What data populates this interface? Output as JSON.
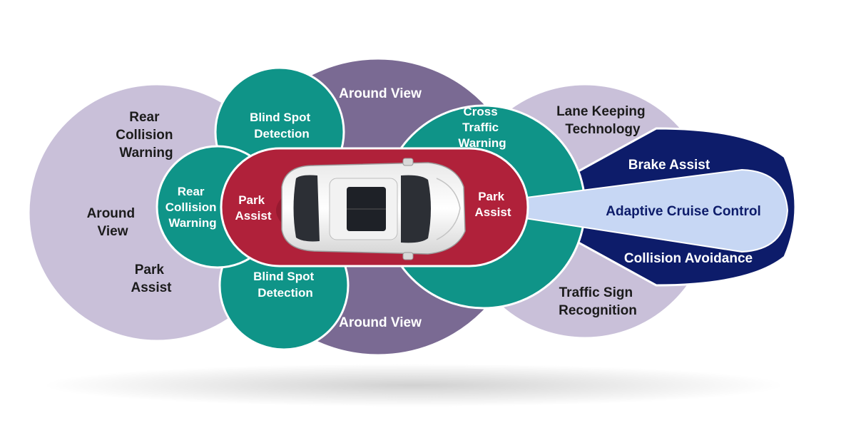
{
  "colors": {
    "outer_lavender": "#c9c0d9",
    "around_view_purple": "#7a6a93",
    "teal": "#0f9488",
    "park_red": "#b0213a",
    "brake_navy": "#0d1c6a",
    "acc_lightblue": "#c7d7f4",
    "text_dark": "#1b1b1b",
    "text_white": "#ffffff"
  },
  "left_zone": {
    "rear_collision": [
      "Rear",
      "Collision",
      "Warning"
    ],
    "around_view": [
      "Around",
      "View"
    ],
    "park_assist": [
      "Park",
      "Assist"
    ]
  },
  "top_zone": {
    "around_view": "Around View"
  },
  "bottom_zone": {
    "around_view": "Around View"
  },
  "right_zone": {
    "lane_keeping": [
      "Lane Keeping",
      "Technology"
    ],
    "traffic_sign": [
      "Traffic Sign",
      "Recognition"
    ]
  },
  "teal_zones": {
    "blind_spot_top": [
      "Blind Spot",
      "Detection"
    ],
    "blind_spot_bottom": [
      "Blind Spot",
      "Detection"
    ],
    "rear_collision": [
      "Rear",
      "Collision",
      "Warning"
    ],
    "cross_traffic": [
      "Cross",
      "Traffic",
      "Warning"
    ]
  },
  "park_zone": {
    "rear": [
      "Park",
      "Assist"
    ],
    "front": [
      "Park",
      "Assist"
    ]
  },
  "beam": {
    "brake_assist": "Brake Assist",
    "adaptive_cruise": "Adaptive Cruise Control",
    "collision_avoidance": "Collision Avoidance"
  }
}
